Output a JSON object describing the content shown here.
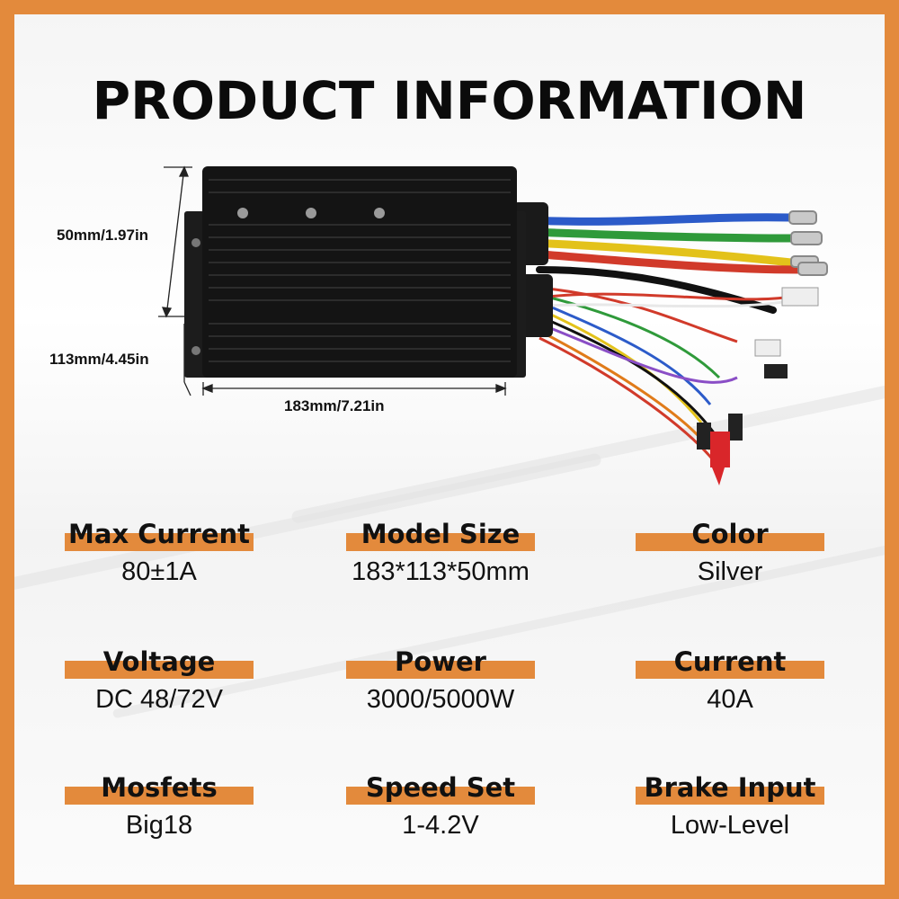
{
  "title": "PRODUCT INFORMATION",
  "dimensions": {
    "height": "50mm/1.97in",
    "width": "113mm/4.45in",
    "length": "183mm/7.21in"
  },
  "specs": [
    {
      "label": "Max Current",
      "value": "80±1A"
    },
    {
      "label": "Model Size",
      "value": "183*113*50mm"
    },
    {
      "label": "Color",
      "value": "Silver"
    },
    {
      "label": "Voltage",
      "value": "DC 48/72V"
    },
    {
      "label": "Power",
      "value": "3000/5000W"
    },
    {
      "label": "Current",
      "value": "40A"
    },
    {
      "label": "Mosfets",
      "value": "Big18"
    },
    {
      "label": "Speed Set",
      "value": "1-4.2V"
    },
    {
      "label": "Brake Input",
      "value": "Low-Level"
    }
  ],
  "colors": {
    "accent": "#e38a3c",
    "controller_body": "#111111"
  }
}
